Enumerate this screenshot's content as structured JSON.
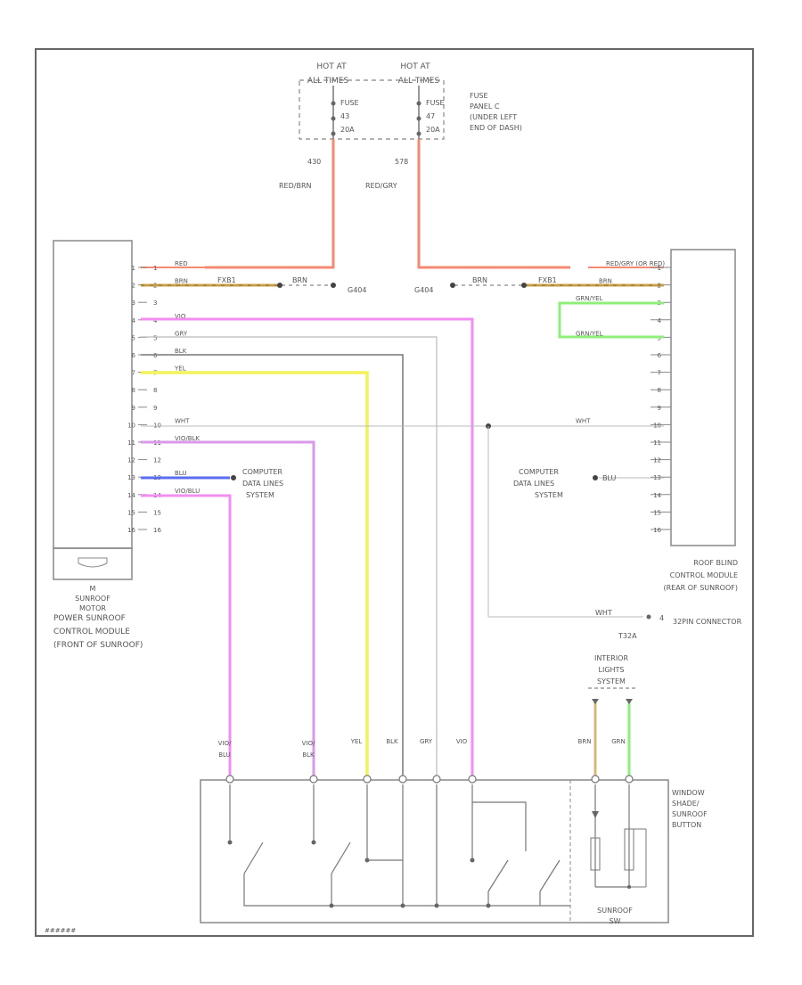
{
  "top": {
    "hot_left_1": "HOT AT",
    "hot_left_2": "ALL TIMES",
    "hot_right_1": "HOT AT",
    "hot_right_2": "ALL TIMES",
    "fuse_left": [
      "FUSE",
      "43",
      "20A"
    ],
    "fuse_right": [
      "FUSE",
      "47",
      "20A"
    ],
    "fuse_panel": [
      "FUSE",
      "PANEL C",
      "(UNDER LEFT",
      "END OF DASH)"
    ],
    "circuit_left": "430",
    "circuit_right": "578",
    "wire_left": "RED/BRN",
    "wire_right": "RED/GRY"
  },
  "left_module": {
    "pins": [
      "1",
      "2",
      "3",
      "4",
      "5",
      "6",
      "7",
      "8",
      "9",
      "10",
      "11",
      "12",
      "13",
      "14",
      "15",
      "16"
    ],
    "wire_labels": [
      "RED",
      "BRN",
      "",
      "VIO",
      "GRY",
      "BLK",
      "YEL",
      "",
      "",
      "WHT",
      "VIO/BLK",
      "",
      "BLU",
      "VIO/BLU",
      "",
      ""
    ],
    "splice_label": "FXB1",
    "splice_brn": "BRN",
    "ground": "G404",
    "motor_label": [
      "M",
      "SUNROOF",
      "MOTOR"
    ],
    "name": [
      "POWER SUNROOF",
      "CONTROL MODULE",
      "(FRONT OF SUNROOF)"
    ]
  },
  "right_module": {
    "pins": [
      "1",
      "2",
      "3",
      "4",
      "5",
      "6",
      "7",
      "8",
      "9",
      "10",
      "11",
      "12",
      "13",
      "14",
      "15",
      "16"
    ],
    "wire_labels": [
      "RED/GRY (OR RED)",
      "BRN",
      "GRN/YEL",
      "",
      "GRN/YEL",
      "",
      "",
      "",
      "",
      "WHT",
      "",
      "",
      "BLU",
      "",
      "",
      ""
    ],
    "splice_label": "FXB1",
    "splice_brn": "BRN",
    "ground": "G404",
    "name": [
      "ROOF BLIND",
      "CONTROL MODULE",
      "(REAR OF SUNROOF)"
    ]
  },
  "data_lines_left": [
    "COMPUTER",
    "DATA LINES",
    "SYSTEM"
  ],
  "data_lines_right": [
    "COMPUTER",
    "DATA LINES",
    "SYSTEM"
  ],
  "diag": {
    "wire": "WHT",
    "connector": "T32A",
    "name": "32PIN CONNECTOR"
  },
  "interior": [
    "INTERIOR",
    "LIGHTS",
    "SYSTEM"
  ],
  "switch": {
    "wires": [
      "VIO/BLU",
      "VIO/BLK",
      "YEL",
      "BLK",
      "GRY",
      "VIO",
      "BRN",
      "GRN"
    ],
    "name": [
      "WINDOW",
      "SHADE/",
      "SUNROOF",
      "BUTTON"
    ],
    "bottom": [
      "SUNROOF",
      "SW"
    ]
  },
  "diagram_id": "######"
}
